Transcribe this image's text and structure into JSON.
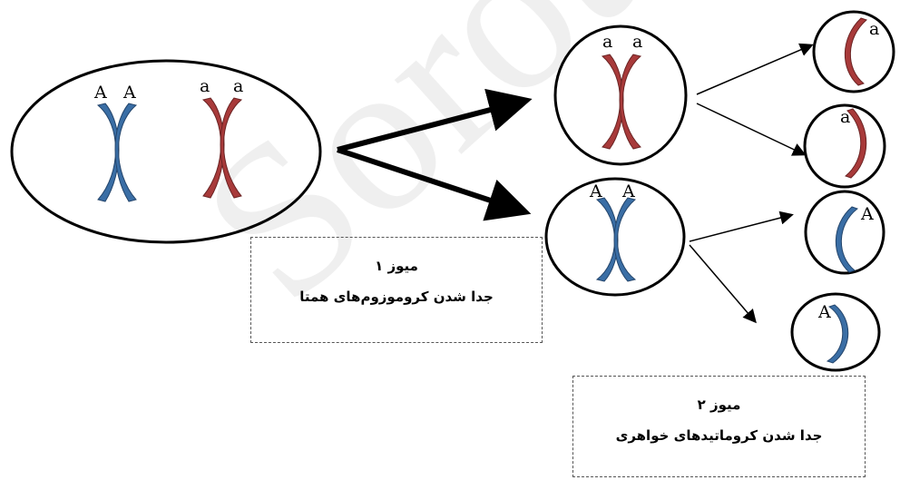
{
  "colors": {
    "dominant_chromosome": "#3a6ea5",
    "recessive_chromosome": "#a83a3a",
    "outline": "#000000"
  },
  "parent_cell": {
    "alleles": [
      "A",
      "A",
      "a",
      "a"
    ]
  },
  "meiosis1_cells": [
    {
      "alleles": [
        "a",
        "a"
      ]
    },
    {
      "alleles": [
        "A",
        "A"
      ]
    }
  ],
  "meiosis2_cells": [
    {
      "allele": "a"
    },
    {
      "allele": "a"
    },
    {
      "allele": "A"
    },
    {
      "allele": "A"
    }
  ],
  "captions": {
    "meiosis1": {
      "title": "میوز ۱",
      "subtitle": "جدا شدن کروموزوم‌های همتا"
    },
    "meiosis2": {
      "title": "میوز ۲",
      "subtitle": "جدا شدن کروماتیدهای خواهری"
    }
  },
  "watermark": "Soroush"
}
